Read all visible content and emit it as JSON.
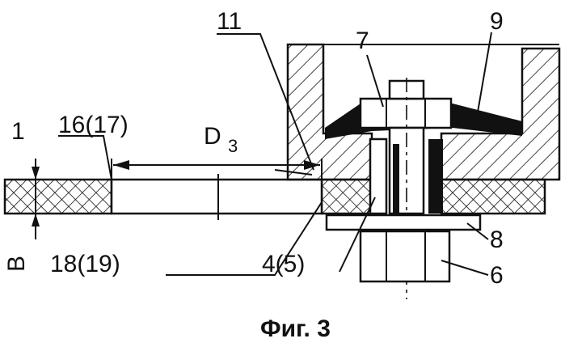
{
  "figure": {
    "caption": "Фиг. 3",
    "labels": {
      "l1": "1",
      "l4": "4(5)",
      "l6": "6",
      "l7": "7",
      "l8": "8",
      "l9": "9",
      "l11": "11",
      "l16": "16(17)",
      "l18": "18(19)",
      "lB": "B",
      "lD": "D",
      "lDsub": "3"
    }
  }
}
